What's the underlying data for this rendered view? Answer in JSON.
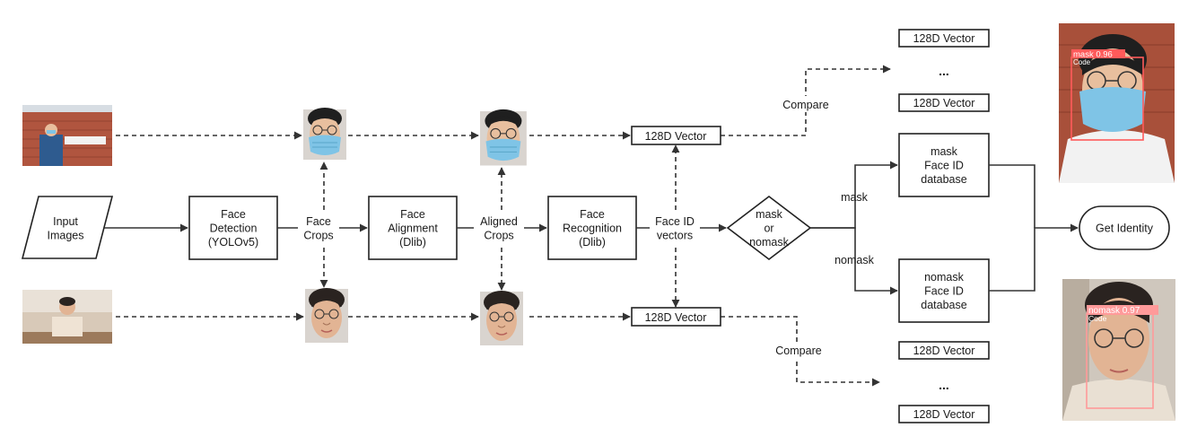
{
  "diagram": {
    "nodes": {
      "input": "Input\nImages",
      "detection": "Face\nDetection\n(YOLOv5)",
      "alignment": "Face\nAlignment\n(Dlib)",
      "recognition": "Face\nRecognition\n(Dlib)",
      "decision": "mask\nor\nnomask",
      "mask_db": "mask\nFace ID\ndatabase",
      "nomask_db": "nomask\nFace ID\ndatabase",
      "identity": "Get Identity"
    },
    "edge_labels": {
      "face_crops": "Face\nCrops",
      "aligned_crops": "Aligned\nCrops",
      "face_id_vectors": "Face ID\nvectors",
      "mask": "mask",
      "nomask": "nomask",
      "compare_top": "Compare",
      "compare_bottom": "Compare"
    },
    "vector_label": "128D Vector",
    "ellipsis": "...",
    "detections": {
      "mask": {
        "label": "mask 0.96",
        "sub": "Code"
      },
      "nomask": {
        "label": "nomask 0.97",
        "sub": "Code"
      }
    }
  },
  "colors": {
    "detection_mask_box": "#ff5a5a",
    "detection_nomask_box": "#ff9a9a",
    "mask_blue": "#7fc4e6",
    "skin": "#e8bf9e",
    "brick": "#a8503a"
  },
  "icons": {
    "photo_mask": "person-wearing-mask-photo",
    "photo_nomask": "person-without-mask-photo"
  }
}
